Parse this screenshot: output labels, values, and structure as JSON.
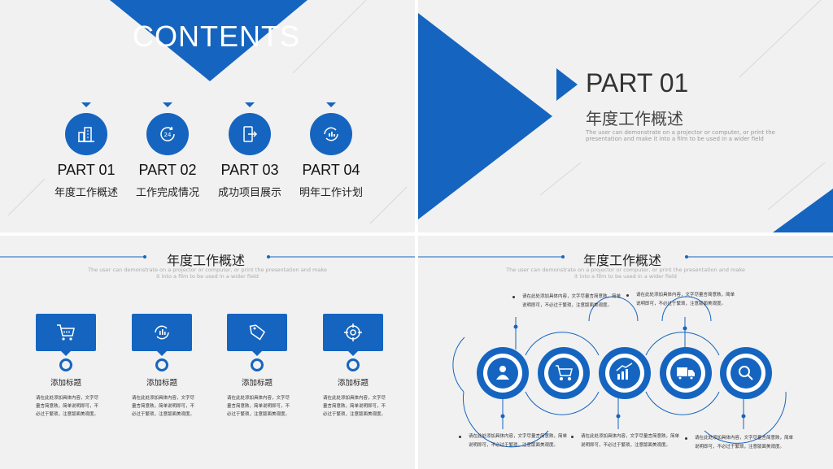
{
  "colors": {
    "accent": "#1565c0",
    "background": "#f1f1f1"
  },
  "slide1": {
    "title": "CONTENTS",
    "parts": [
      {
        "icon": "building-icon",
        "num": "PART 01",
        "name": "年度工作概述"
      },
      {
        "icon": "clock-24-icon",
        "num": "PART 02",
        "name": "工作完成情况"
      },
      {
        "icon": "exit-icon",
        "num": "PART 03",
        "name": "成功项目展示"
      },
      {
        "icon": "chart-refresh-icon",
        "num": "PART 04",
        "name": "明年工作计划"
      }
    ]
  },
  "slide2": {
    "part": "PART 01",
    "title": "年度工作概述",
    "desc": "The user can demonstrate on a projector or computer, or print the presentation and make it into a film to be used in a wider field"
  },
  "slide3": {
    "title": "年度工作概述",
    "desc": "The user can demonstrate on a projector or computer, or print the presentation and make it into a film to be used in a wider field",
    "cards": [
      {
        "icon": "cart-icon",
        "title": "添加标题",
        "body": "请在此处添加具体内容，文字尽量言简意赅，简单说明即可，不必过于繁琐，注意版面美观度。"
      },
      {
        "icon": "refresh-chart-icon",
        "title": "添加标题",
        "body": "请在此处添加具体内容，文字尽量言简意赅，简单说明即可，不必过于繁琐，注意版面美观度。"
      },
      {
        "icon": "tag-icon",
        "title": "添加标题",
        "body": "请在此处添加具体内容，文字尽量言简意赅，简单说明即可，不必过于繁琐，注意版面美观度。"
      },
      {
        "icon": "target-icon",
        "title": "添加标题",
        "body": "请在此处添加具体内容，文字尽量言简意赅，简单说明即可，不必过于繁琐，注意版面美观度。"
      }
    ]
  },
  "slide4": {
    "title": "年度工作概述",
    "desc": "The user can demonstrate on a projector or computer, or print the presentation and make it into a film to be used in a wider field",
    "circles": [
      "user-icon",
      "cart-icon",
      "growth-chart-icon",
      "truck-icon",
      "search-icon"
    ],
    "notes_top": [
      "请在此处添加具体内容，文字尽量言简意赅，简单说明即可，不必过于繁琐，注意版面美观度。",
      "请在此处添加具体内容，文字尽量言简意赅，简单说明即可，不必过于繁琐，注意版面美观度。"
    ],
    "notes_bottom": [
      "请在此处添加具体内容，文字尽量言简意赅，简单说明即可，不必过于繁琐，注意版面美观度。",
      "请在此处添加具体内容，文字尽量言简意赅，简单说明即可，不必过于繁琐，注意版面美观度。",
      "请在此处添加具体内容，文字尽量言简意赅，简单说明即可，不必过于繁琐，注意版面美观度。"
    ]
  }
}
